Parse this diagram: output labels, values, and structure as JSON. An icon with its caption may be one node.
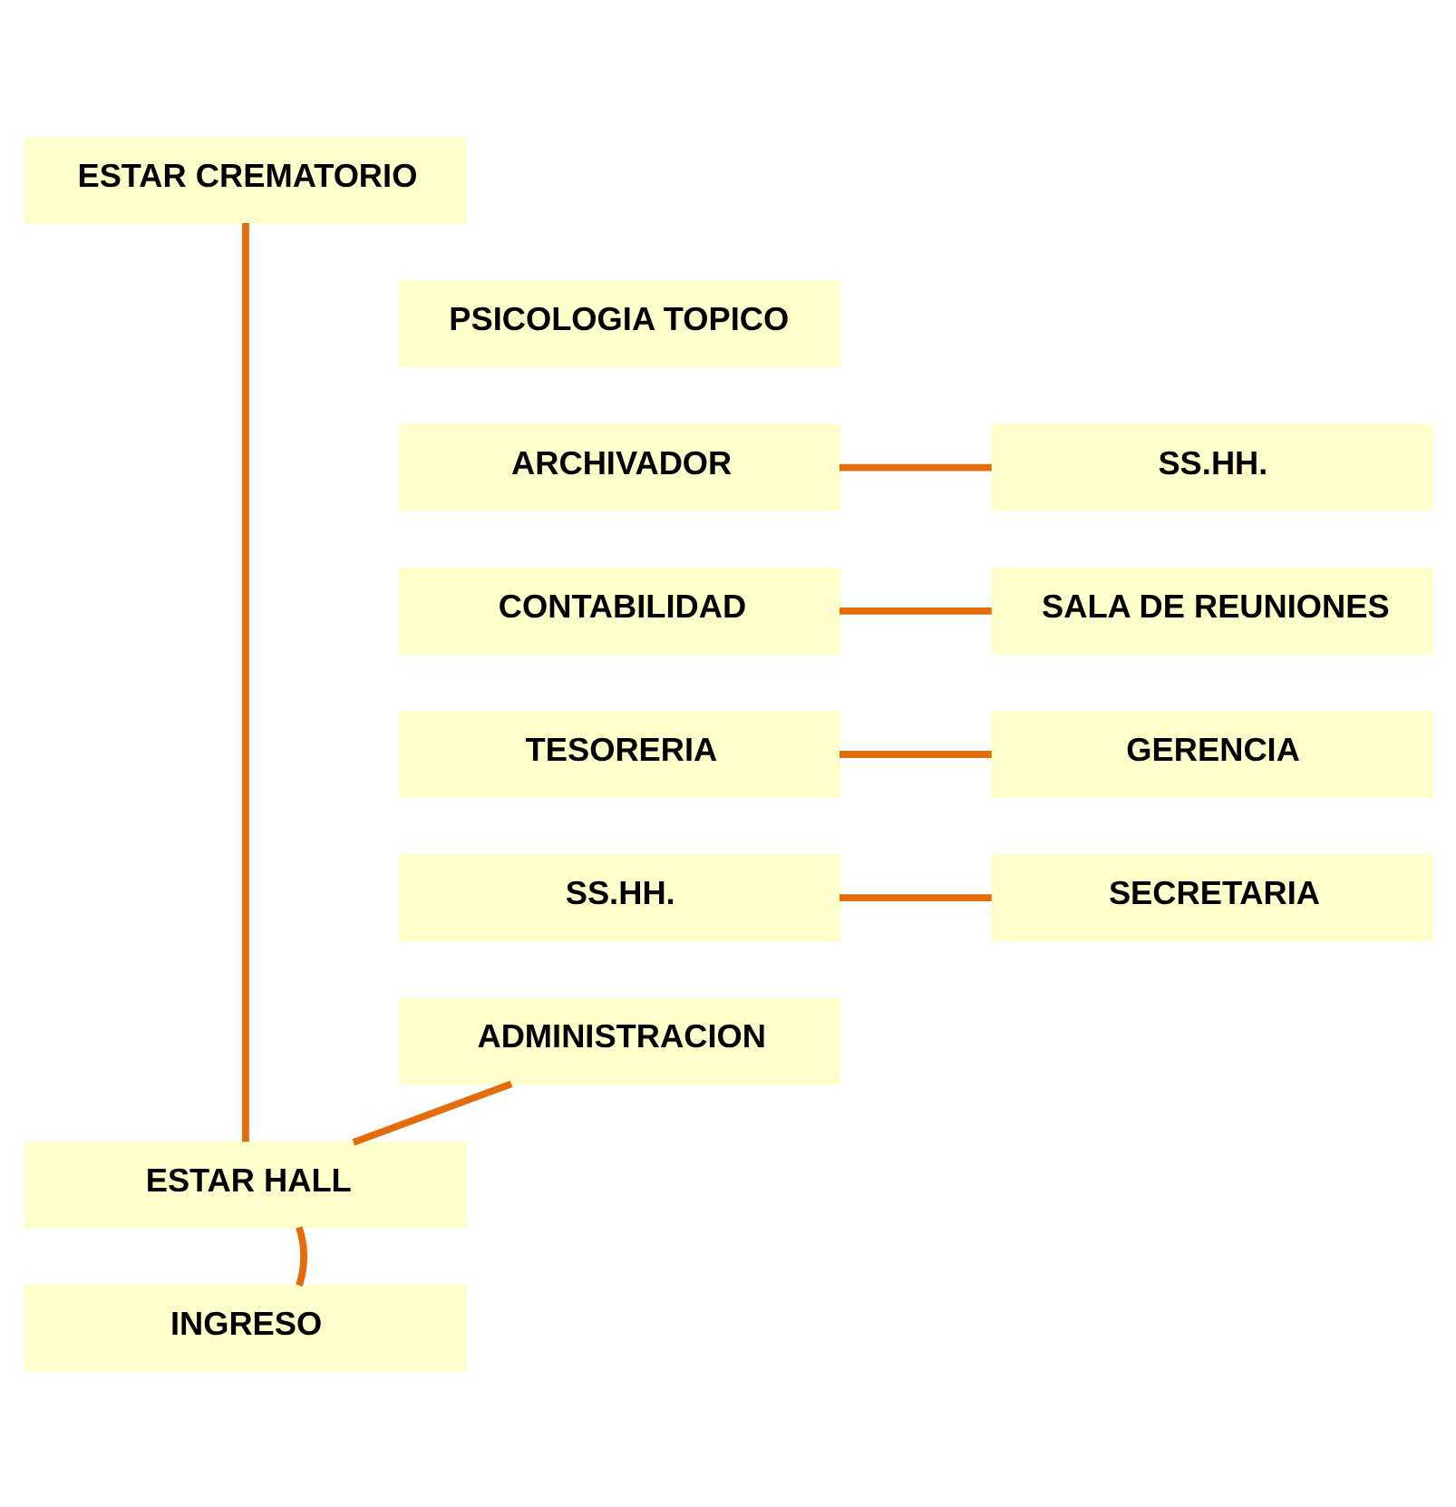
{
  "diagram": {
    "nodes": [
      {
        "text": [
          "ESTAR CREMATORIO"
        ]
      },
      {
        "text": [
          "PSICOLOGIA TOPICO"
        ]
      },
      {
        "text": [
          "ARCHIVADOR"
        ]
      },
      {
        "text": [
          "SS.HH."
        ]
      },
      {
        "text": [
          "CONTABILIDAD"
        ]
      },
      {
        "text": [
          "SALA DE REUNIONES"
        ]
      },
      {
        "text": [
          "TESORERIA"
        ]
      },
      {
        "text": [
          "GERENCIA"
        ]
      },
      {
        "text": [
          "SS.HH."
        ]
      },
      {
        "text": [
          "SECRETARIA"
        ]
      },
      {
        "text": [
          "ADMINISTRACION"
        ]
      },
      {
        "text": [
          "ESTAR HALL"
        ]
      },
      {
        "text": [
          "INGRESO"
        ]
      }
    ],
    "edges": [
      {
        "from": 0,
        "to": 11,
        "arrow": "none"
      },
      {
        "from": 2,
        "to": 3,
        "arrow": "none"
      },
      {
        "from": 4,
        "to": 5,
        "arrow": "none"
      },
      {
        "from": 6,
        "to": 7,
        "arrow": "none"
      },
      {
        "from": 8,
        "to": 9,
        "arrow": "none"
      },
      {
        "from": 10,
        "to": 11,
        "arrow": "none"
      },
      {
        "from": 11,
        "to": 12,
        "arrow": "none"
      }
    ]
  }
}
